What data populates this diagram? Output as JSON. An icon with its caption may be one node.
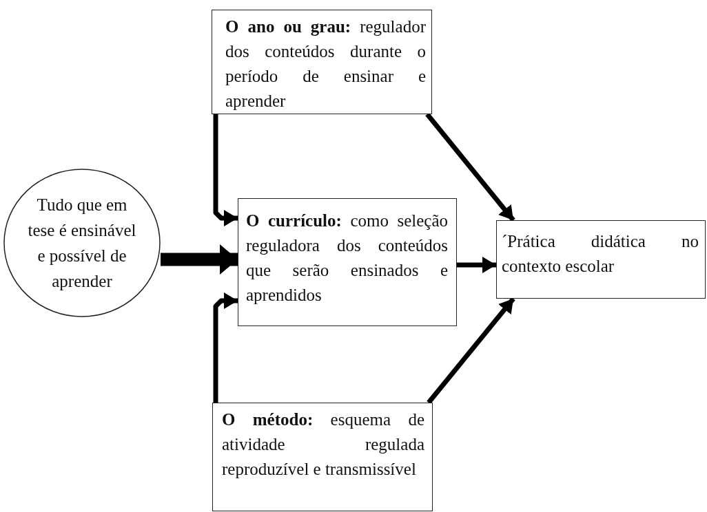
{
  "diagram": {
    "nodes": [
      {
        "text": [
          "Tudo que em tese é ensinável e possível de aprender"
        ]
      },
      {
        "text": [
          "**O ano ou grau:** regulador dos conteúdos durante o período de ensinar e aprender"
        ]
      },
      {
        "text": [
          "**O currículo:** como seleção reguladora dos conteúdos que serão ensinados e aprendidos"
        ]
      },
      {
        "text": [
          "´Prática didática no contexto escolar"
        ]
      },
      {
        "text": [
          "**O método:** esquema de atividade regulada reproduzível e transmissível"
        ]
      }
    ],
    "edges": [
      {
        "from": 0,
        "to": 2,
        "arrow": "to",
        "style": "thick"
      },
      {
        "from": 1,
        "to": 2,
        "arrow": "to"
      },
      {
        "from": 4,
        "to": 2,
        "arrow": "to"
      },
      {
        "from": 1,
        "to": 3,
        "arrow": "to"
      },
      {
        "from": 4,
        "to": 3,
        "arrow": "to"
      },
      {
        "from": 2,
        "to": 3,
        "arrow": "to"
      }
    ]
  }
}
